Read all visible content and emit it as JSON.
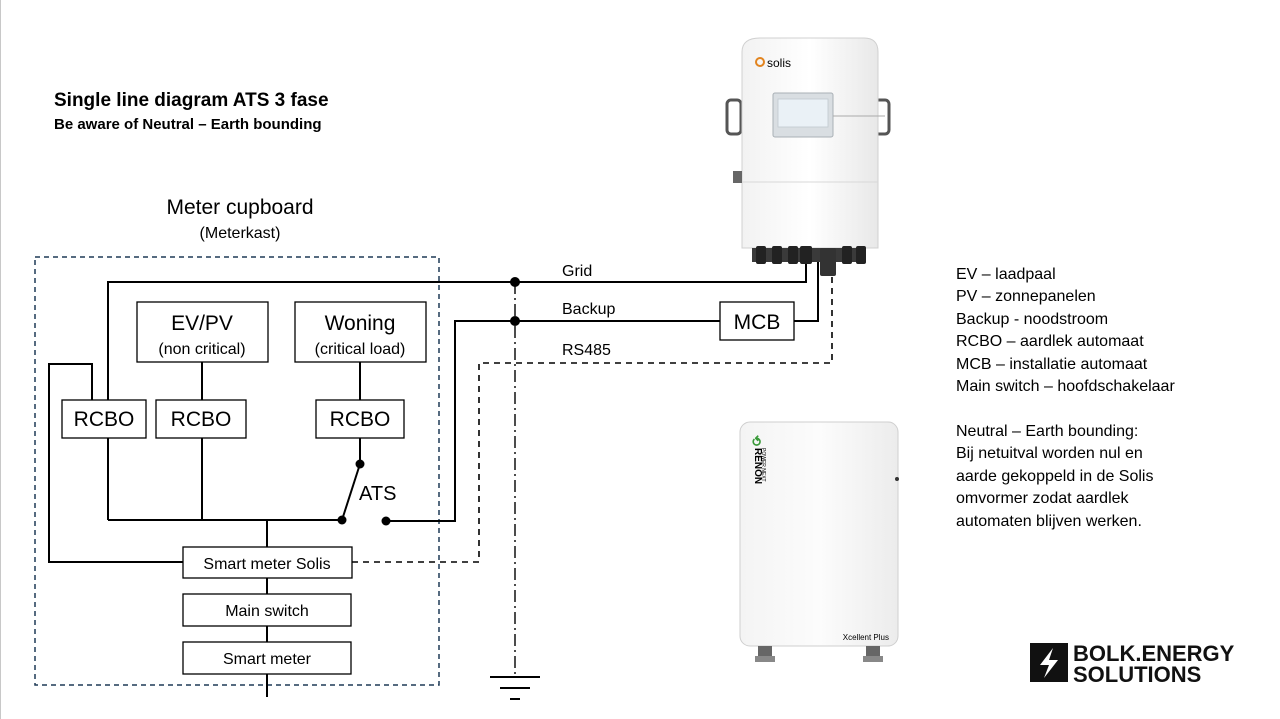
{
  "title": "Single line diagram ATS 3 fase",
  "subtitle": "Be aware of Neutral – Earth bounding",
  "cupboard": {
    "label": "Meter cupboard",
    "sublabel": "(Meterkast)"
  },
  "boxes": {
    "evpv": "EV/PV",
    "evpv_sub": "(non critical)",
    "woning": "Woning",
    "woning_sub": "(critical load)",
    "rcbo": "RCBO",
    "mcb": "MCB",
    "smart_meter_solis": "Smart meter Solis",
    "main_switch": "Main switch",
    "smart_meter": "Smart meter"
  },
  "lines": {
    "grid": "Grid",
    "backup": "Backup",
    "rs485": "RS485",
    "ats": "ATS"
  },
  "inverter": {
    "brand": "solis"
  },
  "battery": {
    "brand": "RENON",
    "tagline": "POWER NEXT",
    "model": "Xcellent Plus"
  },
  "legend": [
    "EV – laadpaal",
    "PV – zonnepanelen",
    "Backup - noodstroom",
    "RCBO – aardlek automaat",
    "MCB – installatie automaat",
    "Main switch – hoofdschakelaar"
  ],
  "note": [
    "Neutral – Earth bounding:",
    "Bij  netuitval worden nul en",
    "aarde gekoppeld in de Solis",
    "omvormer zodat aardlek",
    "automaten blijven werken."
  ],
  "logo": {
    "line1": "BOLK.ENERGY",
    "line2": "SOLUTIONS"
  },
  "colors": {
    "inverter_accent": "#e2841f",
    "battery_accent": "#3a9a3a",
    "cupboard_border": "#1f3a57"
  }
}
